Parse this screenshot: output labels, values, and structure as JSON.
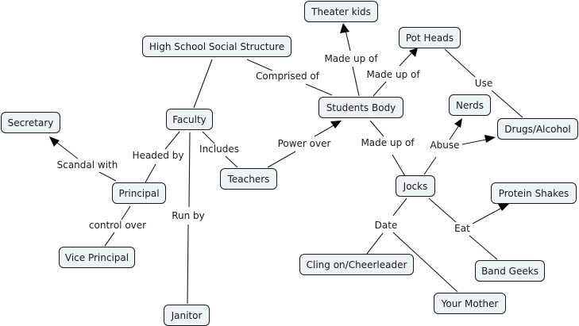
{
  "title": "High School Social Structure",
  "nodes": {
    "root": "High School Social Structure",
    "faculty": "Faculty",
    "students": "Students Body",
    "theater": "Theater kids",
    "pot": "Pot Heads",
    "nerds": "Nerds",
    "drugs": "Drugs/Alcohol",
    "secretary": "Secretary",
    "principal": "Principal",
    "vice": "Vice Principal",
    "teachers": "Teachers",
    "janitor": "Janitor",
    "jocks": "Jocks",
    "protein": "Protein Shakes",
    "cling": "Cling on/Cheerleader",
    "mother": "Your Mother",
    "band": "Band Geeks"
  },
  "links": {
    "comprised_of": "Comprised of",
    "made_up_of_theater": "Made up of",
    "made_up_of_pot": "Made up of",
    "made_up_of_jocks": "Made up of",
    "use": "Use",
    "abuse": "Abuse",
    "headed_by": "Headed by",
    "includes": "Includes",
    "power_over": "Power over",
    "scandal_with": "Scandal with",
    "control_over": "control over",
    "run_by": "Run by",
    "date": "Date",
    "eat": "Eat"
  },
  "colors": {
    "node_fill": "#eef3f6",
    "node_border": "#1a1a1a",
    "line": "#1a1a1a"
  }
}
